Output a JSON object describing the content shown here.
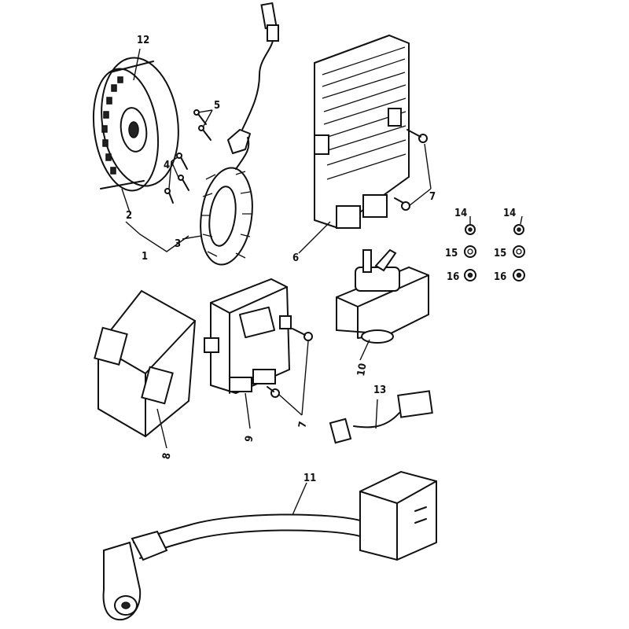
{
  "callouts": [
    {
      "id": "c1",
      "label": "1"
    },
    {
      "id": "c2",
      "label": "2"
    },
    {
      "id": "c3",
      "label": "3"
    },
    {
      "id": "c4",
      "label": "4"
    },
    {
      "id": "c5",
      "label": "5"
    },
    {
      "id": "c6",
      "label": "6"
    },
    {
      "id": "c7a",
      "label": "7"
    },
    {
      "id": "c7b",
      "label": "7"
    },
    {
      "id": "c8",
      "label": "8"
    },
    {
      "id": "c9",
      "label": "9"
    },
    {
      "id": "c10",
      "label": "10"
    },
    {
      "id": "c11",
      "label": "11"
    },
    {
      "id": "c12",
      "label": "12"
    },
    {
      "id": "c13",
      "label": "13"
    },
    {
      "id": "c14a",
      "label": "14"
    },
    {
      "id": "c14b",
      "label": "14"
    },
    {
      "id": "c15a",
      "label": "15"
    },
    {
      "id": "c15b",
      "label": "15"
    },
    {
      "id": "c16a",
      "label": "16"
    },
    {
      "id": "c16b",
      "label": "16"
    }
  ]
}
